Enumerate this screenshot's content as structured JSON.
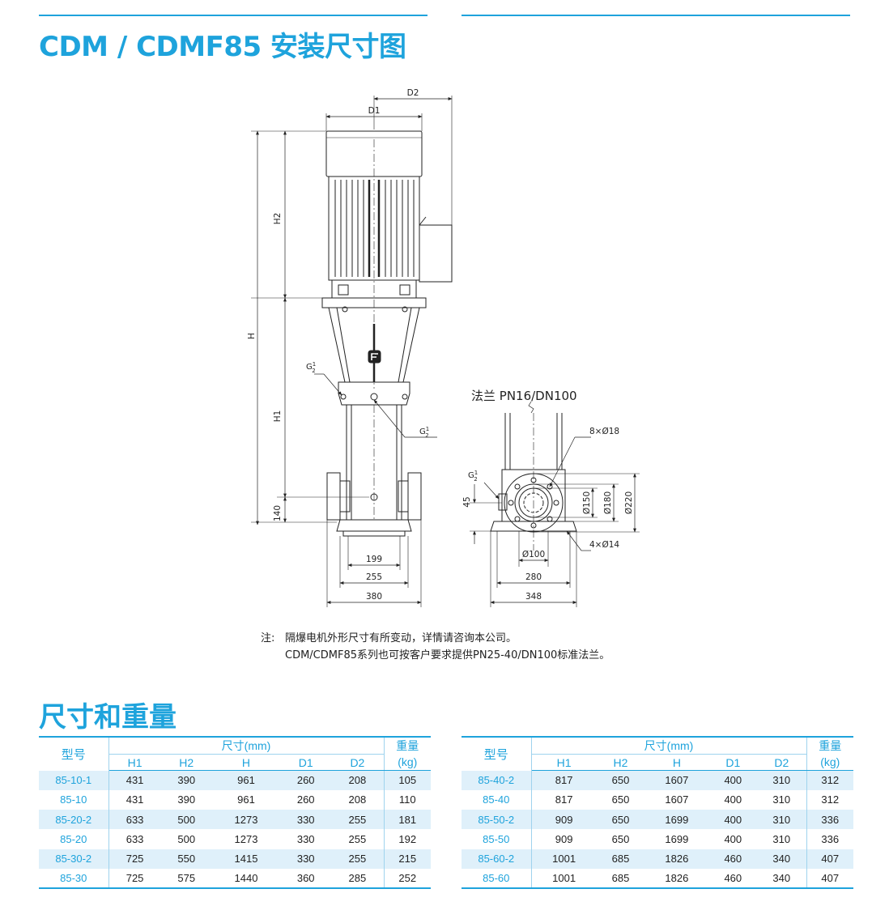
{
  "page_title": "CDM / CDMF85 安装尺寸图",
  "section_title": "尺寸和重量",
  "drawing": {
    "labels": {
      "D1": "D1",
      "D2": "D2",
      "H": "H",
      "H1": "H1",
      "H2": "H2",
      "d140": "140",
      "d45": "45",
      "d199": "199",
      "d255": "255",
      "d380": "380",
      "d280": "280",
      "d348": "348",
      "phi100": "Ø100",
      "phi150": "Ø150",
      "phi180": "Ø180",
      "phi220": "Ø220",
      "holes8": "8×Ø18",
      "holes4": "4×Ø14",
      "G": "G",
      "G_num": "1",
      "G_den": "2"
    },
    "flange_label": "法兰 PN16/DN100"
  },
  "note": {
    "label": "注:",
    "line1": "隔爆电机外形尺寸有所变动，详情请咨询本公司。",
    "line2": "CDM/CDMF85系列也可按客户要求提供PN25-40/DN100标准法兰。"
  },
  "table_headers": {
    "model": "型号",
    "dims": "尺寸(mm)",
    "weight_line1": "重量",
    "weight_line2": "(kg)",
    "H1": "H1",
    "H2": "H2",
    "H": "H",
    "D1": "D1",
    "D2": "D2"
  },
  "table_left": [
    {
      "model": "85-10-1",
      "H1": "431",
      "H2": "390",
      "H": "961",
      "D1": "260",
      "D2": "208",
      "weight": "105"
    },
    {
      "model": "85-10",
      "H1": "431",
      "H2": "390",
      "H": "961",
      "D1": "260",
      "D2": "208",
      "weight": "110"
    },
    {
      "model": "85-20-2",
      "H1": "633",
      "H2": "500",
      "H": "1273",
      "D1": "330",
      "D2": "255",
      "weight": "181"
    },
    {
      "model": "85-20",
      "H1": "633",
      "H2": "500",
      "H": "1273",
      "D1": "330",
      "D2": "255",
      "weight": "192"
    },
    {
      "model": "85-30-2",
      "H1": "725",
      "H2": "550",
      "H": "1415",
      "D1": "330",
      "D2": "255",
      "weight": "215"
    },
    {
      "model": "85-30",
      "H1": "725",
      "H2": "575",
      "H": "1440",
      "D1": "360",
      "D2": "285",
      "weight": "252"
    }
  ],
  "table_right": [
    {
      "model": "85-40-2",
      "H1": "817",
      "H2": "650",
      "H": "1607",
      "D1": "400",
      "D2": "310",
      "weight": "312"
    },
    {
      "model": "85-40",
      "H1": "817",
      "H2": "650",
      "H": "1607",
      "D1": "400",
      "D2": "310",
      "weight": "312"
    },
    {
      "model": "85-50-2",
      "H1": "909",
      "H2": "650",
      "H": "1699",
      "D1": "400",
      "D2": "310",
      "weight": "336"
    },
    {
      "model": "85-50",
      "H1": "909",
      "H2": "650",
      "H": "1699",
      "D1": "400",
      "D2": "310",
      "weight": "336"
    },
    {
      "model": "85-60-2",
      "H1": "1001",
      "H2": "685",
      "H": "1826",
      "D1": "460",
      "D2": "340",
      "weight": "407"
    },
    {
      "model": "85-60",
      "H1": "1001",
      "H2": "685",
      "H": "1826",
      "D1": "460",
      "D2": "340",
      "weight": "407"
    }
  ],
  "colors": {
    "accent": "#1ea3dc",
    "row_shade": "#dff0fa",
    "line": "#222222"
  }
}
